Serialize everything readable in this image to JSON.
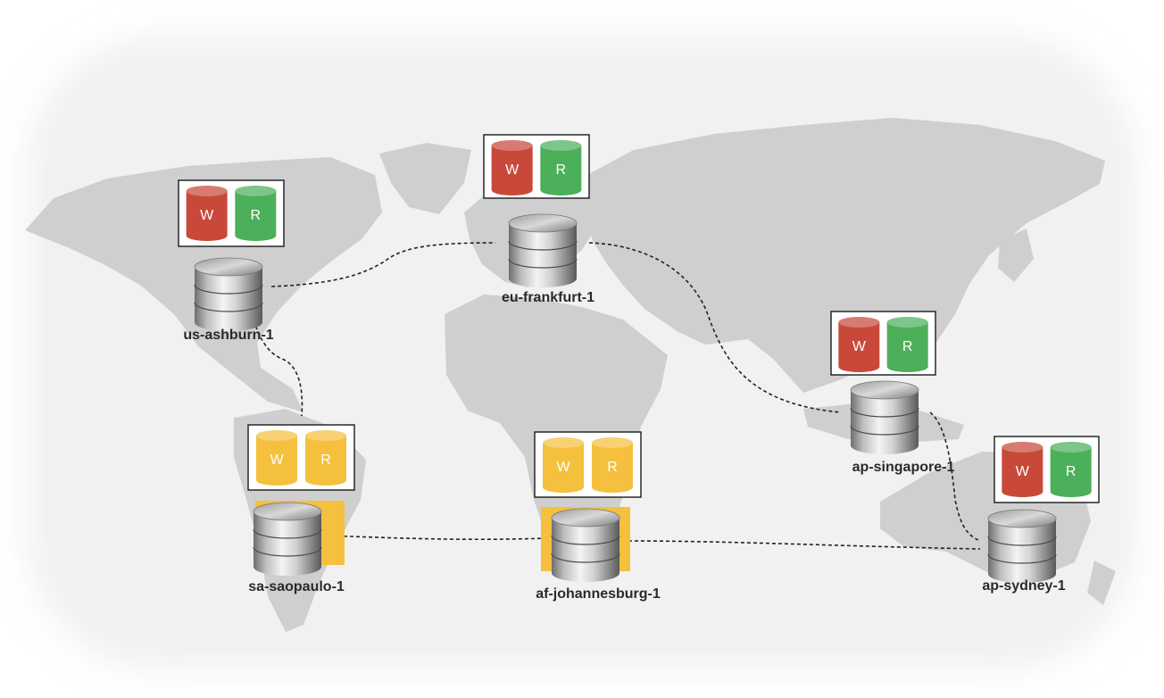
{
  "colors": {
    "background": "#ffffff",
    "map_halo": "#f1f1f1",
    "land": "#cfcfcf",
    "link": "#222222",
    "write_active": "#c8493a",
    "read_active": "#4caf5a",
    "standby": "#f4c03e",
    "box_border": "#1a1a1a",
    "label": "#2a2a2a"
  },
  "icons": {
    "database": "database-icon",
    "write_volume": "cylinder-icon",
    "read_volume": "cylinder-icon"
  },
  "legend_letters": {
    "write": "W",
    "read": "R"
  },
  "regions": [
    {
      "id": "us-ashburn-1",
      "label": "us-ashburn-1",
      "status": "active",
      "highlighted": false
    },
    {
      "id": "eu-frankfurt-1",
      "label": "eu-frankfurt-1",
      "status": "active",
      "highlighted": false
    },
    {
      "id": "ap-singapore-1",
      "label": "ap-singapore-1",
      "status": "active",
      "highlighted": false
    },
    {
      "id": "ap-sydney-1",
      "label": "ap-sydney-1",
      "status": "active",
      "highlighted": false
    },
    {
      "id": "sa-saopaulo-1",
      "label": "sa-saopaulo-1",
      "status": "standby",
      "highlighted": true
    },
    {
      "id": "af-johannesburg-1",
      "label": "af-johannesburg-1",
      "status": "standby",
      "highlighted": true
    }
  ],
  "links": [
    {
      "from": "us-ashburn-1",
      "to": "eu-frankfurt-1"
    },
    {
      "from": "eu-frankfurt-1",
      "to": "ap-singapore-1"
    },
    {
      "from": "ap-singapore-1",
      "to": "ap-sydney-1"
    },
    {
      "from": "us-ashburn-1",
      "to": "sa-saopaulo-1"
    },
    {
      "from": "sa-saopaulo-1",
      "to": "af-johannesburg-1"
    },
    {
      "from": "af-johannesburg-1",
      "to": "ap-sydney-1"
    }
  ]
}
